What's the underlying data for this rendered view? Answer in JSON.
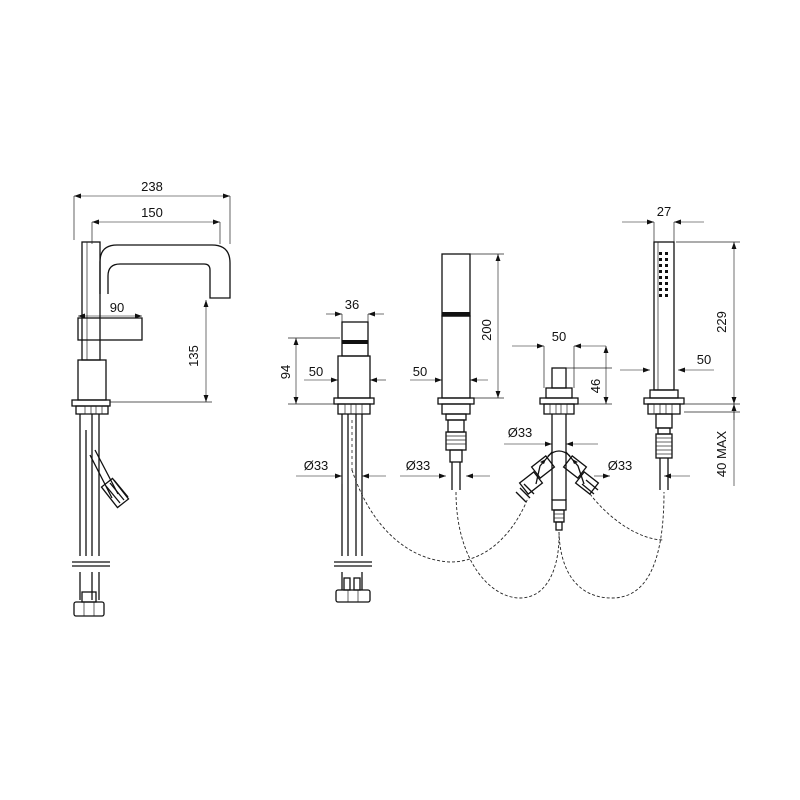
{
  "dimensions": {
    "spout": {
      "overall_width": "238",
      "spout_reach": "150",
      "handle": "90",
      "height": "135"
    },
    "diverter": {
      "top_width": "36",
      "height": "94",
      "base_width": "50",
      "hole_diameter": "Ø33"
    },
    "valve": {
      "height": "200",
      "base_width": "50",
      "hole_diameter": "Ø33"
    },
    "mixer": {
      "width": "50",
      "height": "46",
      "hole_diameter": "Ø33",
      "hole_diameter_lower": "Ø33"
    },
    "handshower": {
      "width": "27",
      "height": "229",
      "base_width": "50",
      "deck_max": "40 MAX"
    }
  }
}
